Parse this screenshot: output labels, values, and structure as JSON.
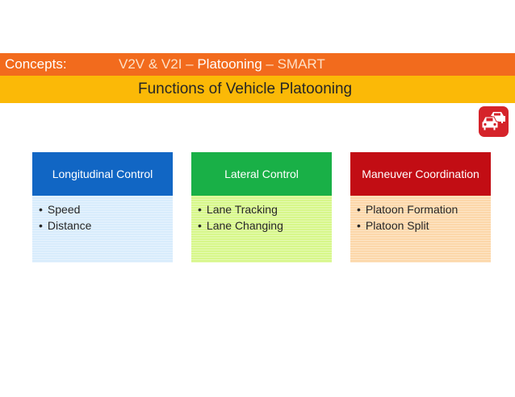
{
  "header": {
    "concepts_label": "Concepts:",
    "path": {
      "v2v": "V2V & V2I",
      "sep1": " – ",
      "active": "Platooning",
      "sep2": " – ",
      "smart": "SMART"
    }
  },
  "subtitle": "Functions of Vehicle Platooning",
  "badge_icon": "car-collision-icon",
  "colors": {
    "orange": "#f26b1d",
    "amber": "#fbb907",
    "blue": "#1166c4",
    "green": "#19b047",
    "red": "#c20d14"
  },
  "cards": [
    {
      "title": "Longitudinal Control",
      "items": [
        "Speed",
        "Distance"
      ]
    },
    {
      "title": "Lateral Control",
      "items": [
        "Lane Tracking",
        "Lane Changing"
      ]
    },
    {
      "title": "Maneuver Coordination",
      "items": [
        "Platoon Formation",
        "Platoon Split"
      ]
    }
  ]
}
